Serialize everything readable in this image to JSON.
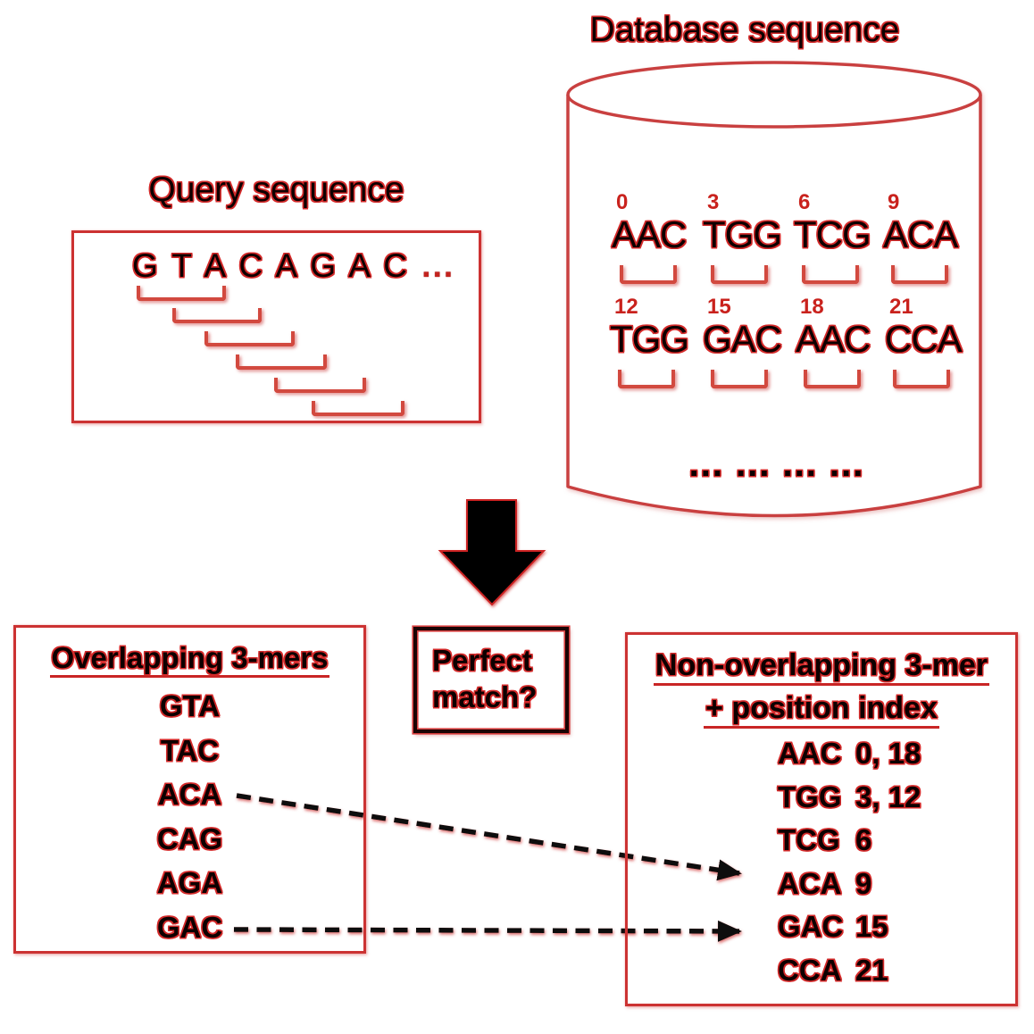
{
  "colors": {
    "box_border_red": "#cc3232",
    "cylinder_red": "#c94040",
    "text_outline_red": "#d42a2a",
    "text_core_black": "#0d0000",
    "position_number_red": "#c9221d",
    "bracket_red": "#d2493f",
    "dashed_arrow_black": "#0b0b0b",
    "down_arrow_black": "#050505"
  },
  "icons": {
    "database_cylinder": "cylinder-database-shape",
    "down_arrow": "filled-down-arrow",
    "dashed_arrow": "dashed-line-right-arrow",
    "kmer_bracket": "u-shaped-bracket"
  },
  "query": {
    "label": "Query sequence",
    "sequence": "G T A C A G A C",
    "ellipsis": "..."
  },
  "database": {
    "label": "Database sequence",
    "rows": [
      {
        "positions": [
          "0",
          "3",
          "6",
          "9"
        ],
        "kmers": [
          "AAC",
          "TGG",
          "TCG",
          "ACA"
        ]
      },
      {
        "positions": [
          "12",
          "15",
          "18",
          "21"
        ],
        "kmers": [
          "TGG",
          "GAC",
          "AAC",
          "CCA"
        ]
      }
    ],
    "dots": "... ... ... ..."
  },
  "match_box": {
    "line1": "Perfect",
    "line2": "match?"
  },
  "left_box": {
    "title": "Overlapping 3-mers",
    "items": [
      "GTA",
      "TAC",
      "ACA",
      "CAG",
      "AGA",
      "GAC"
    ]
  },
  "right_box": {
    "title_line1": "Non-overlapping 3-mer",
    "title_line2": "+ position index",
    "entries": [
      {
        "kmer": "AAC",
        "positions": "0, 18"
      },
      {
        "kmer": "TGG",
        "positions": "3, 12"
      },
      {
        "kmer": "TCG",
        "positions": "6"
      },
      {
        "kmer": "ACA",
        "positions": "9"
      },
      {
        "kmer": "GAC",
        "positions": "15"
      },
      {
        "kmer": "CCA",
        "positions": "21"
      }
    ]
  }
}
